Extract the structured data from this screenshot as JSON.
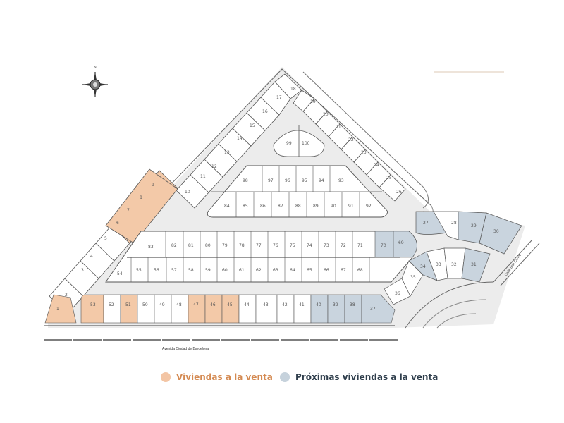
{
  "map": {
    "road_label": "Avenida Ciudad de Barcelona",
    "side_road_label": "Calle San Carlos",
    "compass": {
      "north_label": "N"
    }
  },
  "legend": {
    "items": [
      {
        "label": "Viviendas a la venta",
        "color": "#f3c5a4",
        "text_color": "#d48a52"
      },
      {
        "label": "Próximas viviendas a la venta",
        "color": "#c6d2dc",
        "text_color": "#2f3e4c"
      }
    ]
  },
  "colors": {
    "for_sale": "#f3c9a8",
    "upcoming": "#c9d4de",
    "available_white": "#ffffff",
    "street": "#ececec",
    "outline": "#555555"
  },
  "lots": {
    "bottom_row": [
      {
        "n": "1",
        "status": "for_sale"
      },
      {
        "n": "53",
        "status": "for_sale"
      },
      {
        "n": "52",
        "status": "none"
      },
      {
        "n": "51",
        "status": "for_sale"
      },
      {
        "n": "50",
        "status": "none"
      },
      {
        "n": "49",
        "status": "none"
      },
      {
        "n": "48",
        "status": "none"
      },
      {
        "n": "47",
        "status": "for_sale"
      },
      {
        "n": "46",
        "status": "for_sale"
      },
      {
        "n": "45",
        "status": "for_sale"
      },
      {
        "n": "44",
        "status": "none"
      },
      {
        "n": "43",
        "status": "none"
      },
      {
        "n": "42",
        "status": "none"
      },
      {
        "n": "41",
        "status": "none"
      },
      {
        "n": "40",
        "status": "upcoming"
      },
      {
        "n": "39",
        "status": "upcoming"
      },
      {
        "n": "38",
        "status": "upcoming"
      },
      {
        "n": "37",
        "status": "upcoming"
      }
    ],
    "middle_lower_row": [
      "54",
      "55",
      "56",
      "57",
      "58",
      "59",
      "60",
      "61",
      "62",
      "63",
      "64",
      "65",
      "66",
      "67",
      "68"
    ],
    "middle_upper_row": [
      {
        "n": "83",
        "status": "none"
      },
      {
        "n": "82",
        "status": "none"
      },
      {
        "n": "81",
        "status": "none"
      },
      {
        "n": "80",
        "status": "none"
      },
      {
        "n": "79",
        "status": "none"
      },
      {
        "n": "78",
        "status": "none"
      },
      {
        "n": "77",
        "status": "none"
      },
      {
        "n": "76",
        "status": "none"
      },
      {
        "n": "75",
        "status": "none"
      },
      {
        "n": "74",
        "status": "none"
      },
      {
        "n": "73",
        "status": "none"
      },
      {
        "n": "72",
        "status": "none"
      },
      {
        "n": "71",
        "status": "none"
      },
      {
        "n": "70",
        "status": "upcoming"
      },
      {
        "n": "69",
        "status": "upcoming"
      }
    ],
    "inner_lower_row": [
      "84",
      "85",
      "86",
      "87",
      "88",
      "89",
      "90",
      "91",
      "92"
    ],
    "inner_upper_row": [
      "98",
      "97",
      "96",
      "95",
      "94",
      "93"
    ],
    "top_pair": [
      "99",
      "100"
    ],
    "left_diagonal": [
      {
        "n": "2",
        "status": "none"
      },
      {
        "n": "3",
        "status": "none"
      },
      {
        "n": "4",
        "status": "none"
      },
      {
        "n": "5",
        "status": "none"
      },
      {
        "n": "6",
        "status": "for_sale"
      },
      {
        "n": "7",
        "status": "for_sale"
      },
      {
        "n": "8",
        "status": "for_sale"
      },
      {
        "n": "9",
        "status": "for_sale"
      },
      {
        "n": "10",
        "status": "none"
      },
      {
        "n": "11",
        "status": "none"
      },
      {
        "n": "12",
        "status": "none"
      },
      {
        "n": "13",
        "status": "none"
      },
      {
        "n": "14",
        "status": "none"
      },
      {
        "n": "15",
        "status": "none"
      },
      {
        "n": "16",
        "status": "none"
      },
      {
        "n": "17",
        "status": "none"
      },
      {
        "n": "18",
        "status": "none"
      }
    ],
    "right_diagonal": [
      "19",
      "20",
      "21",
      "22",
      "23",
      "24",
      "25",
      "26"
    ],
    "curve_outer": [
      {
        "n": "27",
        "status": "upcoming"
      },
      {
        "n": "28",
        "status": "none"
      },
      {
        "n": "29",
        "status": "upcoming"
      },
      {
        "n": "30",
        "status": "upcoming"
      }
    ],
    "curve_inner": [
      {
        "n": "36",
        "status": "none"
      },
      {
        "n": "35",
        "status": "none"
      },
      {
        "n": "34",
        "status": "upcoming"
      },
      {
        "n": "33",
        "status": "none"
      },
      {
        "n": "32",
        "status": "none"
      },
      {
        "n": "31",
        "status": "upcoming"
      }
    ]
  }
}
